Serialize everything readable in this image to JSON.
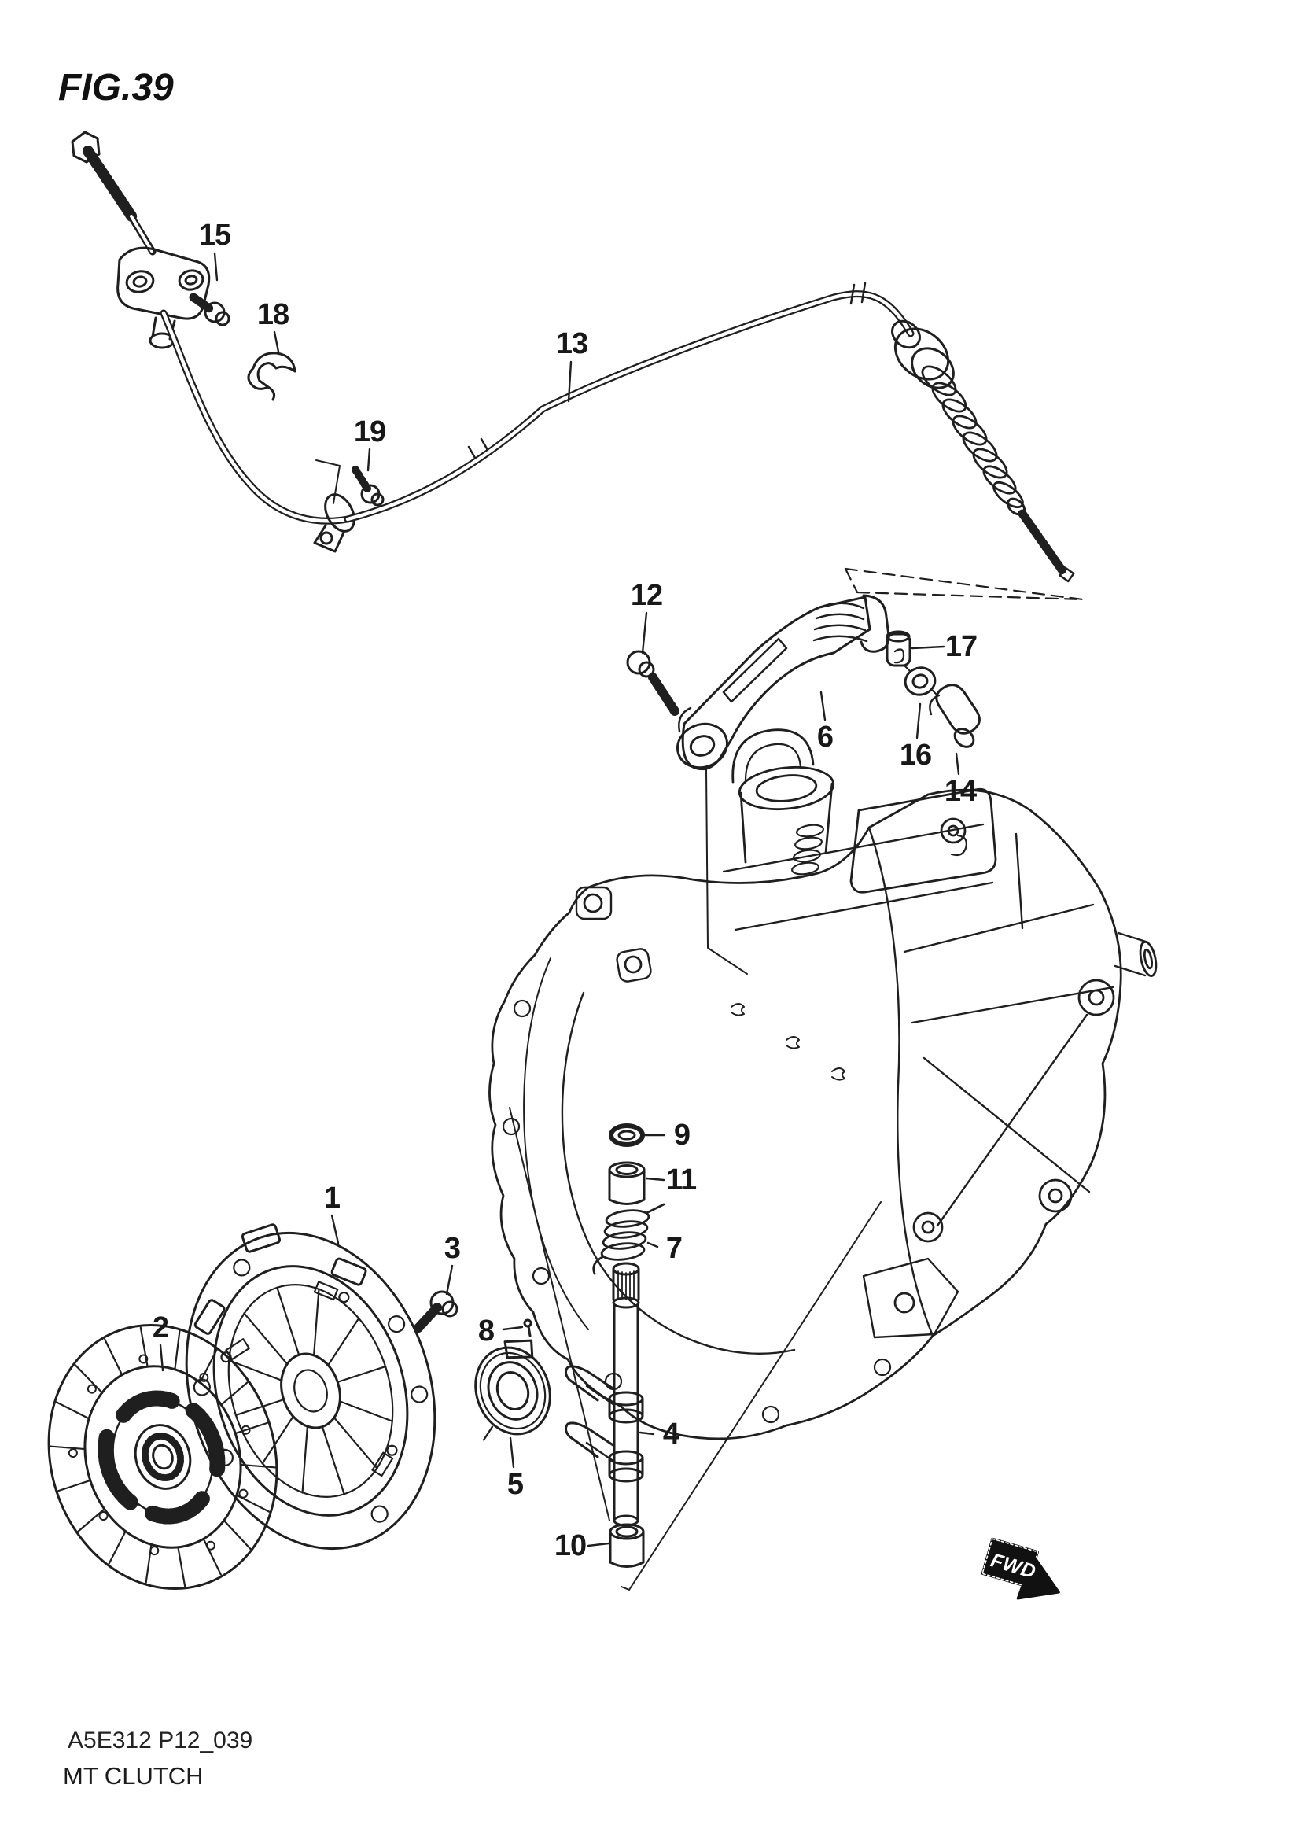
{
  "figure": {
    "title": "FIG.39",
    "part_code": "A5E312 P12_039",
    "caption": "MT CLUTCH"
  },
  "direction_badge": {
    "label": "FWD"
  },
  "colors": {
    "ink": "#1f1f1f",
    "paper": "#ffffff"
  },
  "callouts": {
    "c1": "1",
    "c2": "2",
    "c3": "3",
    "c4": "4",
    "c5": "5",
    "c6": "6",
    "c7": "7",
    "c8": "8",
    "c9": "9",
    "c10": "10",
    "c11": "11",
    "c12": "12",
    "c13": "13",
    "c14": "14",
    "c15": "15",
    "c16": "16",
    "c17": "17",
    "c18": "18",
    "c19": "19"
  }
}
